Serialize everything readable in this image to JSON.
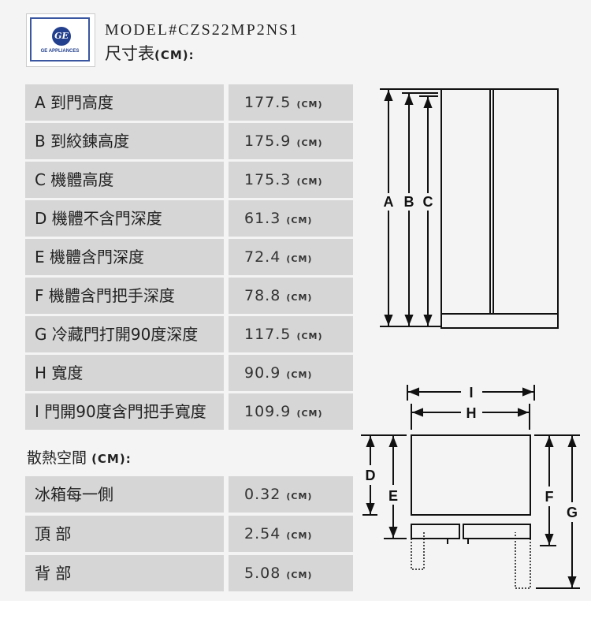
{
  "header": {
    "logo_text": "GE APPLIANCES",
    "logo_mark": "GE",
    "model": "MODEL#CZS22MP2NS1",
    "subtitle": "尺寸表",
    "subtitle_unit": "(CM):"
  },
  "unit": "(CM)",
  "dimensions": [
    {
      "label": "A 到門高度",
      "value": "177.5"
    },
    {
      "label": "B 到絞鍊高度",
      "value": "175.9"
    },
    {
      "label": "C 機體高度",
      "value": "175.3"
    },
    {
      "label": "D 機體不含門深度",
      "value": "61.3"
    },
    {
      "label": "E 機體含門深度",
      "value": "72.4"
    },
    {
      "label": "F 機體含門把手深度",
      "value": "78.8"
    },
    {
      "label": "G 冷藏門打開90度深度",
      "value": "117.5"
    },
    {
      "label": "H 寬度",
      "value": "90.9"
    },
    {
      "label": "I 門開90度含門把手寬度",
      "value": "109.9"
    }
  ],
  "clearance": {
    "title": "散熱空間",
    "unit_label": "(CM):",
    "rows": [
      {
        "label": "冰箱每一側",
        "value": "0.32"
      },
      {
        "label": "頂 部",
        "value": "2.54"
      },
      {
        "label": "背 部",
        "value": "5.08"
      }
    ]
  },
  "diagram": {
    "A": "A",
    "B": "B",
    "C": "C",
    "D": "D",
    "E": "E",
    "F": "F",
    "G": "G",
    "H": "H",
    "I": "I"
  }
}
